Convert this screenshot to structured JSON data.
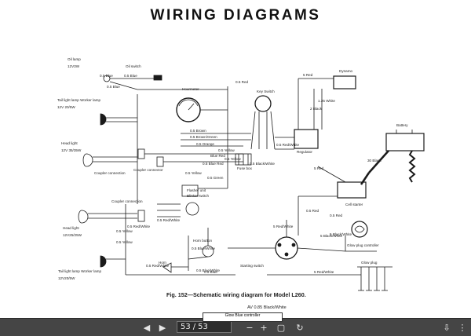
{
  "document": {
    "title": "WIRING DIAGRAMS",
    "caption": "Fig. 152—Schematic wiring diagram for Model L260.",
    "next_page_lines": [
      "AV 0.85 Black/White",
      "Glow Blue controller"
    ]
  },
  "labels": {
    "oil_lamp": "Oil lamp",
    "oil_lamp_rating": "12V3W",
    "oil_switch": "Oil switch",
    "blue_a": "0.5 Blue",
    "blue_b": "0.5 Blue",
    "blue_c": "0.5 Blue",
    "hourmeter": "Hourmeter",
    "red_a": "0.5 Red",
    "key_switch": "Key  Switch",
    "s_red": "5  Red",
    "dynamo": "Dynamo",
    "black_2": "2 Black",
    "s125_white": "1.25 White",
    "tail_worker_lamp_top": "Tail light lamp  Worker lamp",
    "tail_worker_rating_top": "12V  20/5W",
    "brown": "0.5 Brown",
    "brown_green": "0.5 Brown/Green",
    "orange": "0.5 Orange",
    "yellow_a": "0.5 Yellow",
    "blue_red_a": "Blue Red",
    "blue_red_b": "0.5 Blue Red",
    "yellow_b": "0.5 Yellow",
    "black_white_a": "0.5 Black/White",
    "red_white_a": "0.5 Red/White",
    "regulator": "Regulator",
    "battery": "Battery",
    "head_light_top": "Head light",
    "head_light_top_rating": "12V 35/35W",
    "coupler_connection_top": "Coupler connection",
    "coupler_connector": "Coupler connector",
    "fuse_box": "Fuse box",
    "green_a": "0.5 Green",
    "yellow_c": "0.5 Yellow",
    "flasher_unit": "Flasher unit",
    "blinker_switch": "Blinker switch",
    "black_30": "30 Black",
    "red_5b": "5 Red",
    "cell_starter": "Cell starter",
    "coupler_connection_bottom": "Coupler connection",
    "red_white_b": "0.5 Red/White",
    "yellow_d": "0.5 Yellow",
    "red_white_c": "0.5 Red/White",
    "yellow_e": "0.5 Yellow",
    "red_d": "0.5 Red",
    "head_light_bottom": "Head light",
    "head_light_bottom_rating": "12V25/25W",
    "red_white_d": "5 Red/White",
    "black_white_b": "5 Black/White",
    "glow_plug_controller": "Glow plug  controller",
    "horn_button": "Horn button",
    "glow_plug": "Glow plug",
    "tail_worker_lamp_bottom": "Tail light lamp  Worker lamp",
    "tail_worker_rating_bottom": "12V20/5W",
    "horn": "Horn",
    "blue_white_b": "0.5 Blue/White",
    "starting_switch": "Starting switch",
    "red_white_e": "0.5 Red/White",
    "blue_d": "0.5 Blue",
    "black_white_c": "5 Black/White",
    "red_white_f": "5 Red/White",
    "blue_white_c": "0.5 Blue/White"
  },
  "toolbar": {
    "current_page": "53",
    "separator": "/",
    "total_pages": "53"
  },
  "colors": {
    "toolbar_bg": "#454545",
    "page_bg": "#ffffff",
    "ink": "#1a1a1a"
  }
}
